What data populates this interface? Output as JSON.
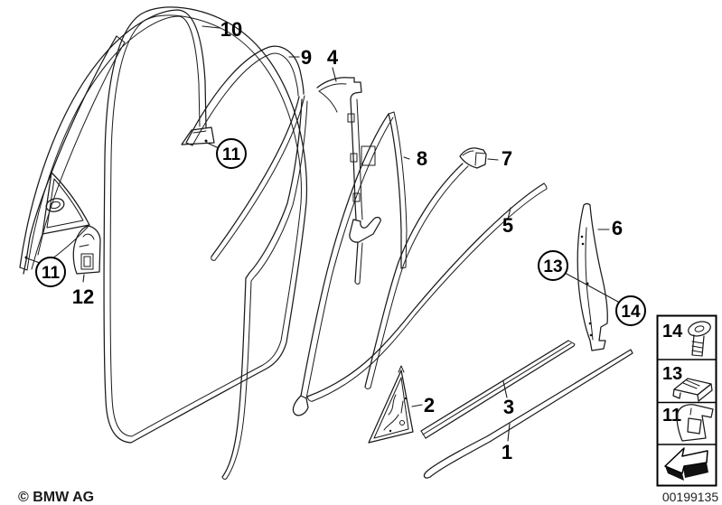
{
  "diagram": {
    "type": "exploded-parts-diagram",
    "callouts": {
      "p1": "1",
      "p2": "2",
      "p3": "3",
      "p4": "4",
      "p5": "5",
      "p6": "6",
      "p7": "7",
      "p8": "8",
      "p9": "9",
      "p10": "10",
      "p12": "12",
      "circled_11": "11",
      "circled_13": "13",
      "circled_14": "14"
    },
    "legend": {
      "items": [
        {
          "label": "14",
          "icon": "screw-icon"
        },
        {
          "label": "13",
          "icon": "clip-icon"
        },
        {
          "label": "11",
          "icon": "clamp-icon"
        }
      ],
      "arrow_icon": "direction-arrow-icon"
    },
    "footer": {
      "copyright": "© BMW AG",
      "diagram_number": "00199135"
    },
    "colors": {
      "line": "#1a1a1a",
      "background": "#ffffff",
      "arrow_fill": "#111111"
    }
  }
}
